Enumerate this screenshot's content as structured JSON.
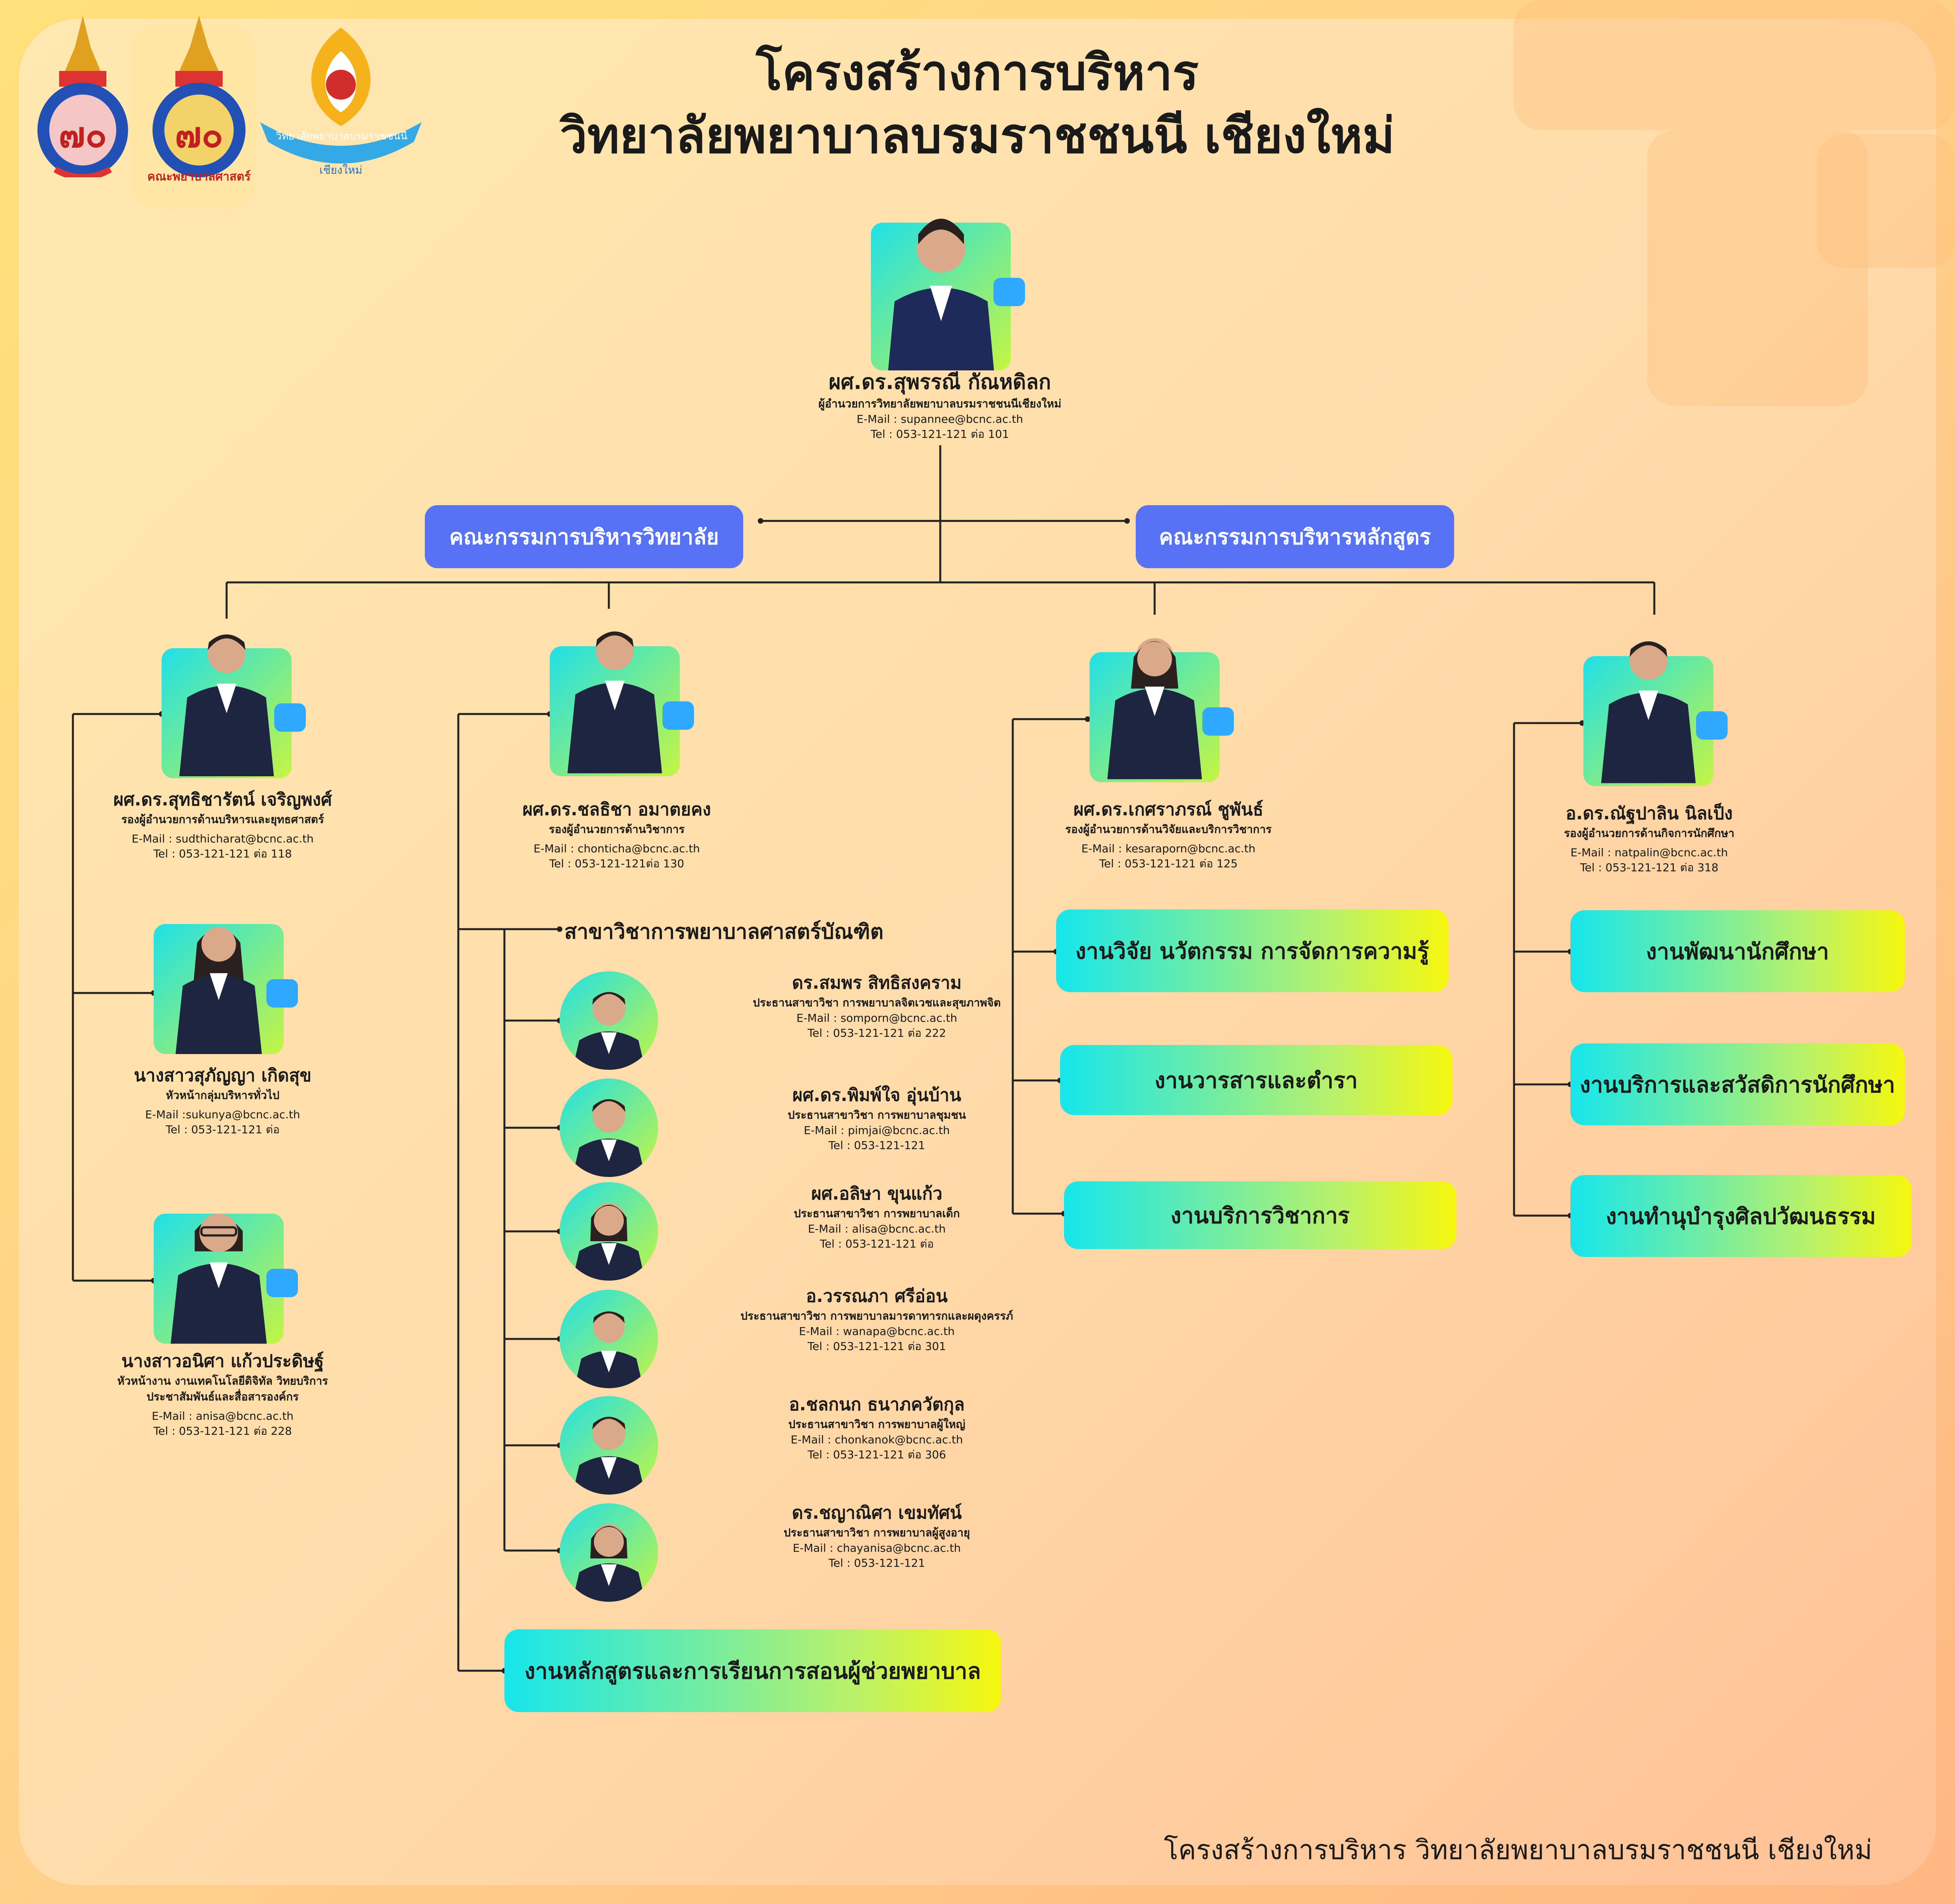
{
  "title": {
    "line1": "โครงสร้างการบริหาร",
    "line2": "วิทยาลัยพยาบาลบรมราชชนนี เชียงใหม่"
  },
  "logos": {
    "logo1_label": "๗๐",
    "logo2_label": "คณะพยาบาลศาสตร์",
    "logo3_label": "วิทยาลัยพยาบาลบรมราชชนนี",
    "logo3_sub": "เชียงใหม่"
  },
  "director": {
    "name": "ผศ.ดร.สุพรรณี กัณหดิลก",
    "role": "ผู้อำนวยการวิทยาลัยพยาบาลบรมราชชนนีเชียงใหม่",
    "email": "E-Mail : supannee@bcnc.ac.th",
    "tel": "Tel : 053-121-121 ต่อ 101"
  },
  "committees": {
    "left": "คณะกรรมการบริหารวิทยาลัย",
    "right": "คณะกรรมการบริหารหลักสูตร"
  },
  "deputies": [
    {
      "name": "ผศ.ดร.สุทธิชารัตน์ เจริญพงศ์",
      "role": "รองผู้อำนวยการด้านบริหารและยุทธศาสตร์",
      "email": "E-Mail : sudthicharat@bcnc.ac.th",
      "tel": "Tel : 053-121-121 ต่อ 118"
    },
    {
      "name": "ผศ.ดร.ชลธิชา อมาตยคง",
      "role": "รองผู้อำนวยการด้านวิชาการ",
      "email": "E-Mail : chonticha@bcnc.ac.th",
      "tel": "Tel : 053-121-121ต่อ 130"
    },
    {
      "name": "ผศ.ดร.เกศราภรณ์  ชูพันธ์",
      "role": "รองผู้อำนวยการด้านวิจัยและบริการวิชาการ",
      "email": "E-Mail : kesaraporn@bcnc.ac.th",
      "tel": "Tel : 053-121-121 ต่อ 125"
    },
    {
      "name": "อ.ดร.ณัฐปาลิน นิลเป็ง",
      "role": "รองผู้อำนวยการด้านกิจการนักศึกษา",
      "email": "E-Mail : natpalin@bcnc.ac.th",
      "tel": "Tel : 053-121-121 ต่อ 318"
    }
  ],
  "admin_staff": [
    {
      "name": "นางสาวสุภัญญา เกิดสุข",
      "role": "หัวหน้ากลุ่มบริหารทั่วไป",
      "role2": "",
      "email": "E-Mail :sukunya@bcnc.ac.th",
      "tel": "Tel : 053-121-121 ต่อ"
    },
    {
      "name": "นางสาวอนิศา แก้วประดิษฐ์",
      "role": "หัวหน้างาน งานเทคโนโลยีดิจิทัล วิทยบริการ",
      "role2": "ประชาสัมพันธ์และสื่อสารองค์กร",
      "email": "E-Mail : anisa@bcnc.ac.th",
      "tel": "Tel : 053-121-121 ต่อ 228"
    }
  ],
  "academic": {
    "branch_title": "สาขาวิชาการพยาบาลศาสตร์บัณฑิต",
    "chairs": [
      {
        "name": "ดร.สมพร สิทธิสงคราม",
        "role": "ประธานสาขาวิชา การพยาบาลจิตเวชและสุขภาพจิต",
        "email": "E-Mail : somporn@bcnc.ac.th",
        "tel": "Tel : 053-121-121 ต่อ 222"
      },
      {
        "name": "ผศ.ดร.พิมพ์ใจ อุ่นบ้าน",
        "role": "ประธานสาขาวิชา การพยาบาลชุมชน",
        "email": "E-Mail : pimjai@bcnc.ac.th",
        "tel": "Tel : 053-121-121"
      },
      {
        "name": "ผศ.อลิษา ขุนแก้ว",
        "role": "ประธานสาขาวิชา การพยาบาลเด็ก",
        "email": "E-Mail : alisa@bcnc.ac.th",
        "tel": "Tel : 053-121-121 ต่อ"
      },
      {
        "name": "อ.วรรณภา ศรีอ่อน",
        "role": "ประธานสาขาวิชา การพยาบาลมารดาทารกและผดุงครรภ์",
        "email": "E-Mail : wanapa@bcnc.ac.th",
        "tel": "Tel : 053-121-121 ต่อ 301"
      },
      {
        "name": "อ.ชลกนก ธนาภควัตกุล",
        "role": "ประธานสาขาวิชา การพยาบาลผู้ใหญ่",
        "email": "E-Mail : chonkanok@bcnc.ac.th",
        "tel": "Tel : 053-121-121 ต่อ 306"
      },
      {
        "name": "ดร.ชญาณิศา เขมทัศน์",
        "role": "ประธานสาขาวิชา การพยาบาลผู้สูงอายุ",
        "email": "E-Mail : chayanisa@bcnc.ac.th",
        "tel": "Tel : 053-121-121"
      }
    ],
    "unit": "งานหลักสูตรและการเรียนการสอนผู้ช่วยพยาบาล"
  },
  "research_units": [
    "งานวิจัย นวัตกรรม การจัดการความรู้",
    "งานวารสารและตำรา",
    "งานบริการวิชาการ"
  ],
  "student_units": [
    "งานพัฒนานักศึกษา",
    "งานบริการและสวัสดิการนักศึกษา",
    "งานทำนุบำรุงศิลปวัฒนธรรม"
  ],
  "footer": "โครงสร้างการบริหาร วิทยาลัยพยาบาลบรมราชชนนี เชียงใหม่",
  "colors": {
    "committee": "#5872f5",
    "unit_gradient_start": "#16e6ec",
    "unit_gradient_end": "#f6f70e",
    "tag": "#2fa8ff",
    "suit": "#1d2540"
  }
}
